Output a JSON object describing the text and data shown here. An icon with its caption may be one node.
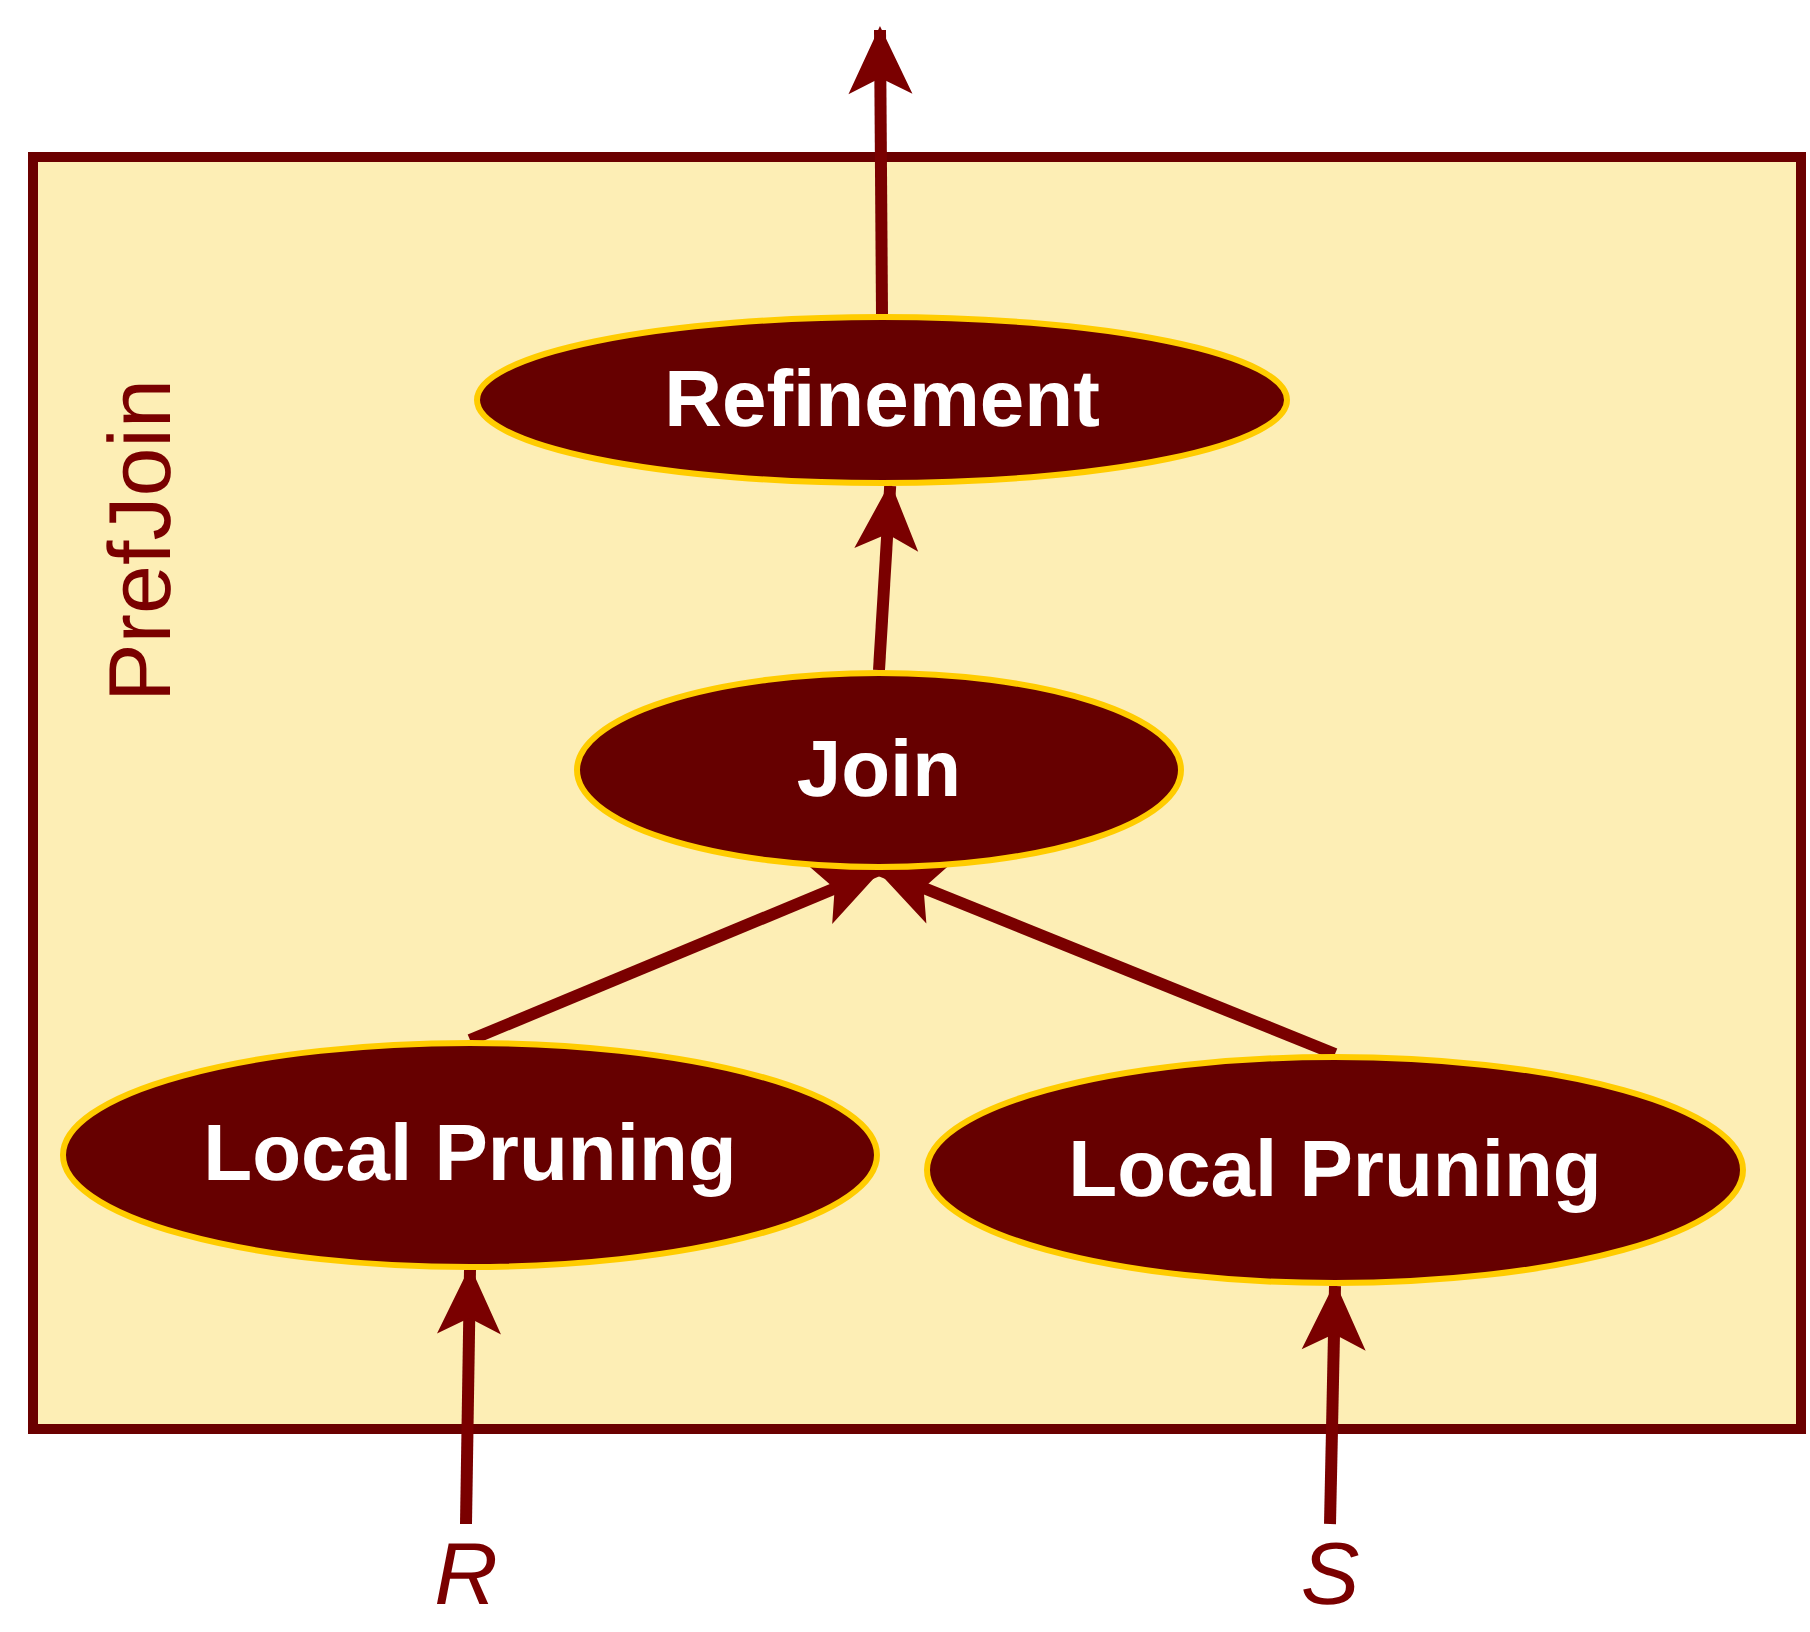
{
  "diagram": {
    "nodes": [
      {
        "text": [
          "PrefJoin"
        ]
      },
      {
        "text": [
          "Refinement"
        ],
        "in": 0
      },
      {
        "text": [
          "Join"
        ],
        "in": 0
      },
      {
        "text": [
          "Local Pruning"
        ],
        "in": 0
      },
      {
        "text": [
          "Local Pruning"
        ],
        "in": 0
      },
      {
        "text": [
          "R"
        ]
      },
      {
        "text": [
          "S"
        ]
      }
    ],
    "edges": [
      {
        "from": 1,
        "to": null,
        "arrow": "to"
      },
      {
        "from": 2,
        "to": 1,
        "arrow": "to"
      },
      {
        "from": 3,
        "to": 2,
        "arrow": "to"
      },
      {
        "from": 4,
        "to": 2,
        "arrow": "to"
      },
      {
        "from": 5,
        "to": 3,
        "arrow": "to"
      },
      {
        "from": 6,
        "to": 4,
        "arrow": "to"
      }
    ]
  }
}
